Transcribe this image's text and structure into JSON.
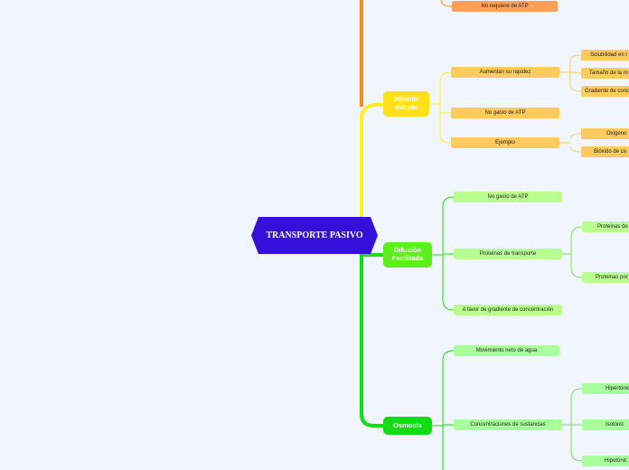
{
  "colors": {
    "background": "#f1f5fc",
    "root": "#3410d8",
    "orange_line": "#f98b1e",
    "orange_leaf": "#ffa05a",
    "yellow_line": "#ffee22",
    "yellow_branch": "#ffe01a",
    "yellow_leaf": "#ffcb5e",
    "green_line": "#22e010",
    "green_branch": "#5cf01a",
    "green_leaf": "#b8ff90",
    "osmosis_branch": "#12dc12",
    "osmosis_leaf": "#a8ff9c"
  },
  "map": {
    "root": "TRANSPORTE PASIVO",
    "orange": {
      "leaf": "No requiere de ATP"
    },
    "difusion_simple": {
      "label": "Difusión simple",
      "aumentan": "Aumentan su rapidez",
      "aumentan_items": [
        "Solubilidad en l",
        "Tamaño de la m",
        "Gradiente de conc"
      ],
      "no_gasto": "No gasto de ATP",
      "ejemplo": "Ejemplo",
      "ejemplo_items": [
        "Oxigeno",
        "Bióxido de ca"
      ]
    },
    "difusion_facilitada": {
      "label": "Difusión Facilitada",
      "no_gasto": "No gasto de ATP",
      "proteinas": "Proteinas de transporte",
      "proteinas_items": [
        "Proteinas de",
        "Proteinas por"
      ],
      "gradiente": "A favor de gradiente de concentración"
    },
    "osmosis": {
      "label": "Osmosis",
      "movimiento": "Movimiento neto de agua",
      "concentraciones": "Concentraciones de sustancias",
      "concentraciones_items": [
        "Hipertónic",
        "Isotónic",
        "Hipotónic"
      ]
    }
  }
}
